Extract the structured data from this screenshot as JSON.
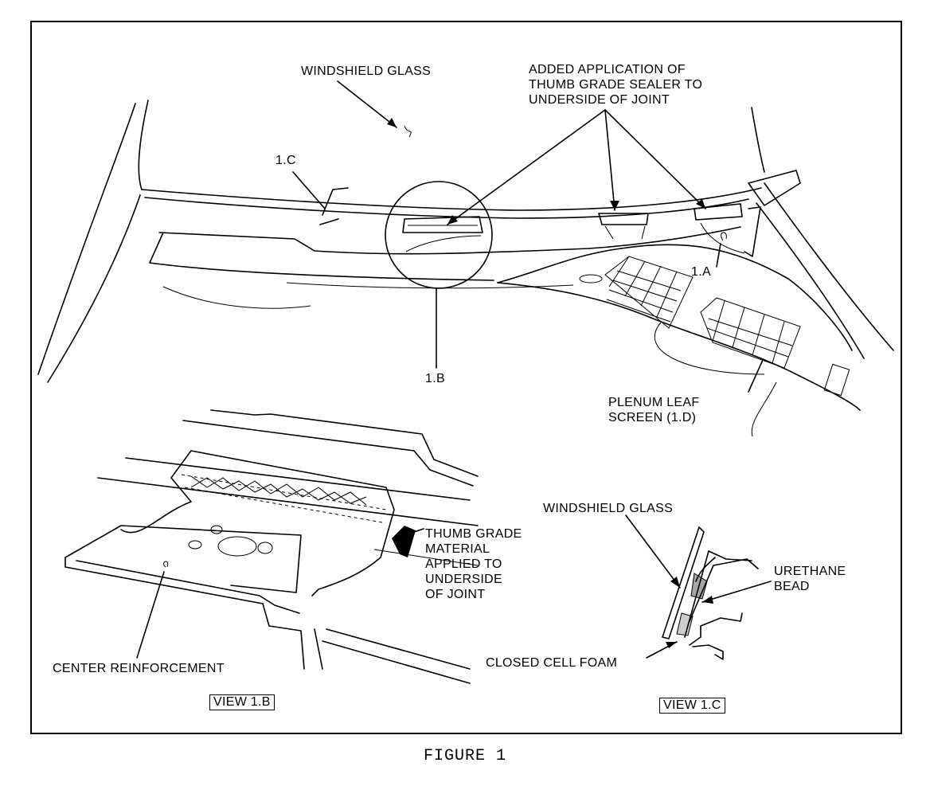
{
  "figure": {
    "caption": "FIGURE 1",
    "labels": {
      "windshield_glass_top": "WINDSHIELD GLASS",
      "added_application": "ADDED APPLICATION OF\nTHUMB GRADE SEALER TO\nUNDERSIDE OF JOINT",
      "callout_1c": "1.C",
      "callout_1a": "1.A",
      "callout_1b": "1.B",
      "plenum_leaf_screen": "PLENUM LEAF\nSCREEN (1.D)",
      "thumb_grade_material": "THUMB GRADE\nMATERIAL\nAPPLIED TO\nUNDERSIDE\nOF JOINT",
      "center_reinforcement": "CENTER REINFORCEMENT",
      "view_1b": "VIEW 1.B",
      "windshield_glass_detail": "WINDSHIELD GLASS",
      "urethane_bead": "URETHANE\nBEAD",
      "closed_cell_foam": "CLOSED CELL FOAM",
      "view_1c": "VIEW 1.C"
    }
  }
}
